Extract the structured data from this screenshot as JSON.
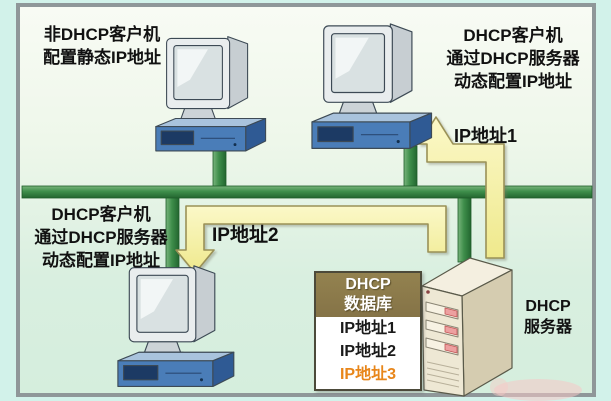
{
  "diagram": {
    "title": "DHCP network address assignment diagram",
    "top_left_client": {
      "line1": "非DHCP客户机",
      "line2": "配置静态IP地址"
    },
    "top_right_client": {
      "line1": "DHCP客户机",
      "line2": "通过DHCP服务器",
      "line3": "动态配置IP地址"
    },
    "mid_left_client": {
      "line1": "DHCP客户机",
      "line2": "通过DHCP服务器",
      "line3": "动态配置IP地址"
    },
    "arrows": {
      "arrow1_label": "IP地址1",
      "arrow2_label": "IP地址2"
    },
    "dhcp_database": {
      "title_line1": "DHCP",
      "title_line2": "数据库",
      "entries": [
        {
          "text": "IP地址1"
        },
        {
          "text": "IP地址2"
        },
        {
          "text": "IP地址3"
        }
      ]
    },
    "server_label": {
      "line1": "DHCP",
      "line2": "服务器"
    },
    "colors": {
      "network_line_green": "#3e8e4b",
      "arrow_yellow": "#f5f2a6",
      "db_header_brown": "#8b7a4e",
      "db_entry3_orange": "#e8861a",
      "outer_frame_cyan": "#d2f2ea",
      "client_base_blue": "#4a7db8",
      "server_body_cream": "#eee8d4"
    }
  }
}
